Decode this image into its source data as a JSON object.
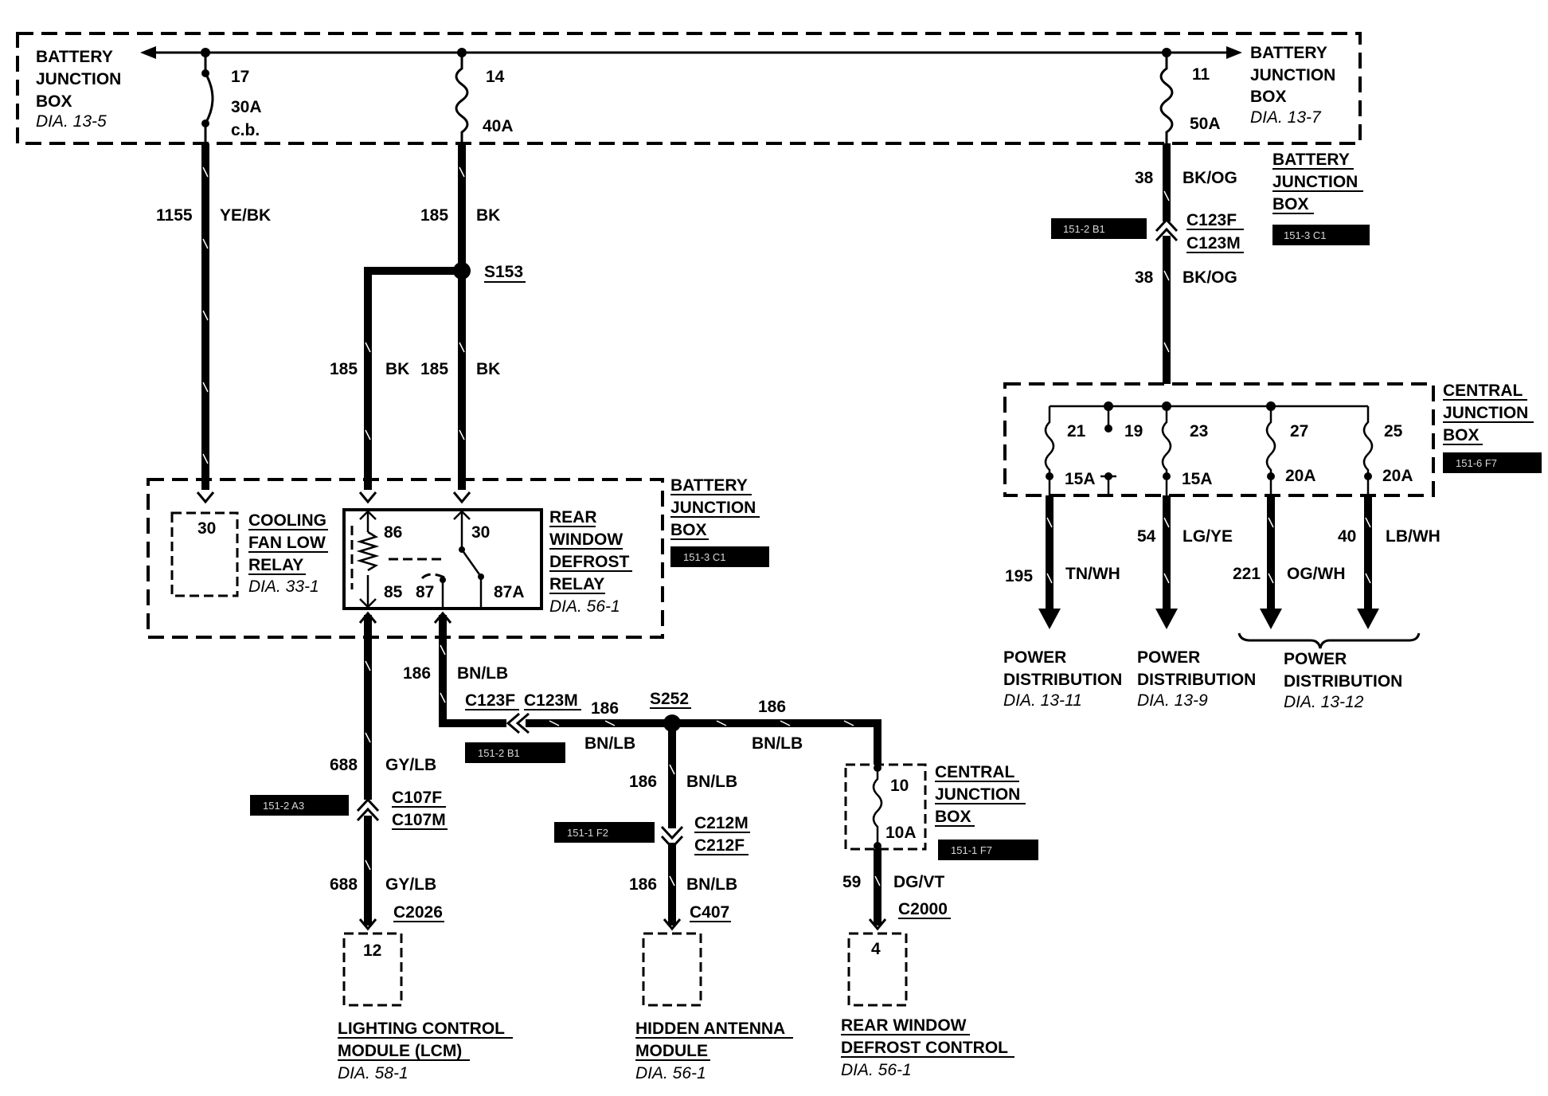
{
  "top_left_box": {
    "title1": "BATTERY",
    "title2": "JUNCTION",
    "title3": "BOX",
    "dia": "DIA. 13-5"
  },
  "top_right_box": {
    "title1": "BATTERY",
    "title2": "JUNCTION",
    "title3": "BOX",
    "dia": "DIA. 13-7"
  },
  "fuses_top": [
    {
      "num": "17",
      "rating": "30A",
      "note": "c.b."
    },
    {
      "num": "14",
      "rating": "40A"
    },
    {
      "num": "11",
      "rating": "50A"
    }
  ],
  "wires": {
    "w1155": {
      "num": "1155",
      "color": "YE/BK"
    },
    "w185a": {
      "num": "185",
      "color": "BK"
    },
    "w185b": {
      "num": "185",
      "color": "BK"
    },
    "w185c": {
      "num": "185",
      "color": "BK"
    },
    "w38a": {
      "num": "38",
      "color": "BK/OG"
    },
    "w38b": {
      "num": "38",
      "color": "BK/OG"
    },
    "w186a": {
      "num": "186",
      "color": "BN/LB"
    },
    "w186b": {
      "num": "186",
      "color": "BN/LB"
    },
    "w186c": {
      "num": "186",
      "color": "BN/LB"
    },
    "w186d": {
      "num": "186",
      "color": "BN/LB"
    },
    "w186e": {
      "num": "186",
      "color": "BN/LB"
    },
    "w688a": {
      "num": "688",
      "color": "GY/LB"
    },
    "w688b": {
      "num": "688",
      "color": "GY/LB"
    },
    "w59": {
      "num": "59",
      "color": "DG/VT"
    },
    "w195": {
      "num": "195",
      "color": "TN/WH"
    },
    "w54": {
      "num": "54",
      "color": "LG/YE"
    },
    "w221": {
      "num": "221",
      "color": "OG/WH"
    },
    "w40": {
      "num": "40",
      "color": "LB/WH"
    }
  },
  "splices": {
    "s153": "S153",
    "s252": "S252"
  },
  "right_bjb_label": {
    "l1": "BATTERY",
    "l2": "JUNCTION",
    "l3": "BOX",
    "code": "151-3 C1"
  },
  "connectors": {
    "c123_right": {
      "f": "C123F",
      "m": "C123M",
      "code": "151-2 B1"
    },
    "c123_bottom": {
      "f": "C123F",
      "m": "C123M",
      "code": "151-2 B1"
    },
    "c107": {
      "f": "C107F",
      "m": "C107M",
      "code": "151-2 A3"
    },
    "c212": {
      "m": "C212M",
      "f": "C212F",
      "code": "151-1 F2"
    },
    "c2026": "C2026",
    "c407": "C407",
    "c2000": "C2000"
  },
  "cjb_top": {
    "t1": "CENTRAL",
    "t2": "JUNCTION",
    "t3": "BOX",
    "code": "151-6 F7",
    "pins": [
      "21",
      "19",
      "23",
      "27",
      "25"
    ],
    "ratings": [
      "15A",
      "15A",
      "20A",
      "20A"
    ]
  },
  "mid_bjb": {
    "t1": "BATTERY",
    "t2": "JUNCTION",
    "t3": "BOX",
    "code": "151-3 C1"
  },
  "cooling_relay": {
    "pin": "30",
    "l1": "COOLING",
    "l2": "FAN LOW",
    "l3": "RELAY",
    "dia": "DIA. 33-1"
  },
  "defrost_relay": {
    "p86": "86",
    "p30": "30",
    "p85": "85",
    "p87": "87",
    "p87a": "87A",
    "l1": "REAR",
    "l2": "WINDOW",
    "l3": "DEFROST",
    "l4": "RELAY",
    "dia": "DIA. 56-1"
  },
  "cjb_small": {
    "pin": "10",
    "rating": "10A",
    "t1": "CENTRAL",
    "t2": "JUNCTION",
    "t3": "BOX",
    "code": "151-1 F7"
  },
  "power_dist": [
    {
      "l1": "POWER",
      "l2": "DISTRIBUTION",
      "dia": "DIA. 13-11"
    },
    {
      "l1": "POWER",
      "l2": "DISTRIBUTION",
      "dia": "DIA. 13-9"
    },
    {
      "l1": "POWER",
      "l2": "DISTRIBUTION",
      "dia": "DIA. 13-12"
    }
  ],
  "modules": [
    {
      "pin": "12",
      "l1": "LIGHTING CONTROL",
      "l2": "MODULE (LCM)",
      "dia": "DIA. 58-1"
    },
    {
      "l1": "HIDDEN ANTENNA",
      "l2": "MODULE",
      "dia": "DIA. 56-1"
    },
    {
      "pin": "4",
      "l1": "REAR WINDOW",
      "l2": "DEFROST CONTROL",
      "dia": "DIA. 56-1"
    }
  ]
}
